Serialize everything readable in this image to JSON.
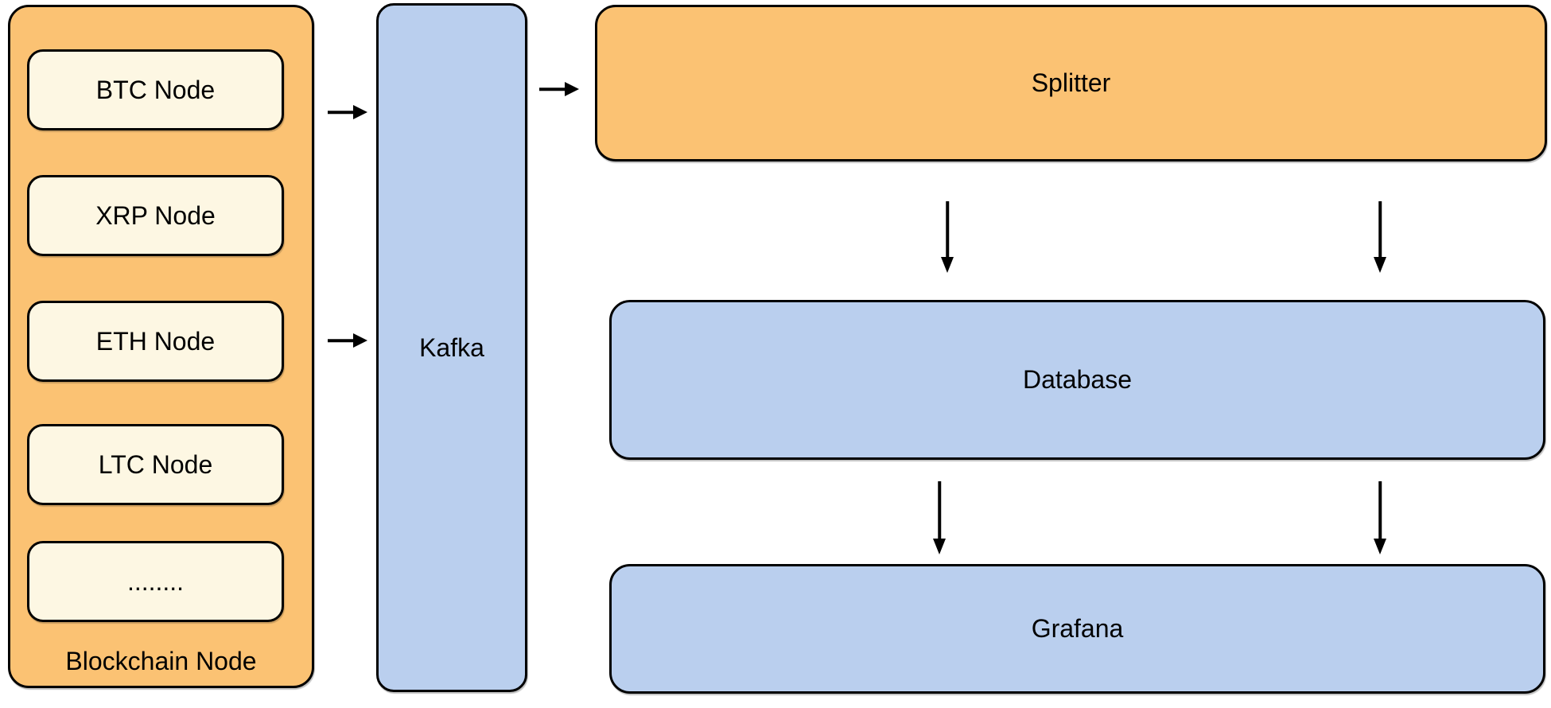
{
  "diagram": {
    "colors": {
      "orange": "#FBC273",
      "cream": "#FDF7E3",
      "blue": "#BACFEE",
      "line": "#000000",
      "background": "#FFFFFF"
    },
    "blockchain_group": {
      "label": "Blockchain Node",
      "nodes": [
        {
          "label": "BTC Node"
        },
        {
          "label": "XRP Node"
        },
        {
          "label": "ETH Node"
        },
        {
          "label": "LTC Node"
        },
        {
          "label": "........"
        }
      ]
    },
    "kafka": {
      "label": "Kafka"
    },
    "splitter": {
      "label": "Splitter"
    },
    "database": {
      "label": "Database"
    },
    "grafana": {
      "label": "Grafana"
    },
    "connections": [
      {
        "from": "BTC Node",
        "to": "Kafka"
      },
      {
        "from": "ETH Node",
        "to": "Kafka"
      },
      {
        "from": "Kafka",
        "to": "Splitter"
      },
      {
        "from": "Splitter",
        "to": "Database"
      },
      {
        "from": "Splitter",
        "to": "Database"
      },
      {
        "from": "Database",
        "to": "Grafana"
      },
      {
        "from": "Database",
        "to": "Grafana"
      }
    ]
  }
}
